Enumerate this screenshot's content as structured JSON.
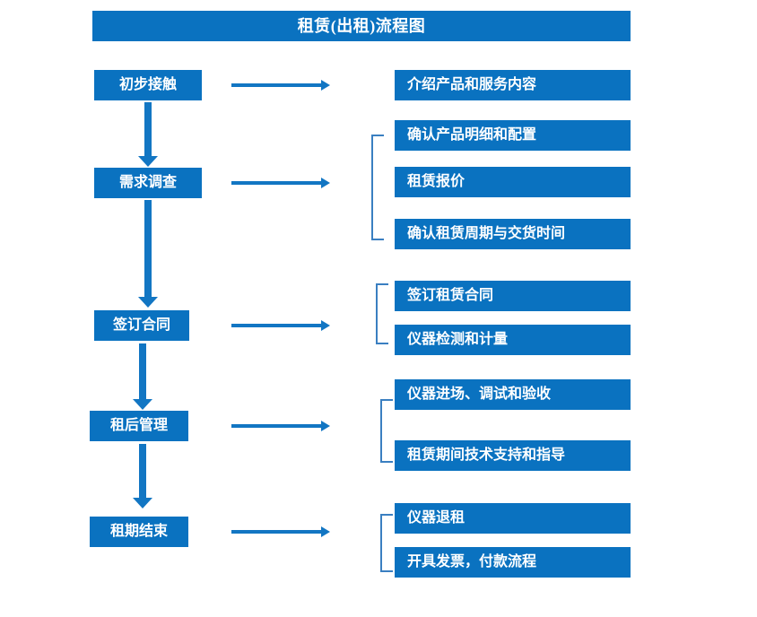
{
  "title": {
    "text": "租赁(出租)流程图"
  },
  "colors": {
    "box_blue": "#0a72c0",
    "arrow_blue": "#1276c3",
    "bracket_blue": "#3a7fc1",
    "box_text": "#ffffff",
    "background": "#ffffff"
  },
  "icons": {
    "horizontal_arrow": "arrow-right-icon",
    "vertical_arrow": "arrow-down-icon",
    "group_bracket": "bracket-icon"
  },
  "stages": [
    {
      "id": "initial-contact",
      "label": "初步接触",
      "details": [
        "介绍产品和服务内容"
      ]
    },
    {
      "id": "needs-survey",
      "label": "需求调查",
      "details": [
        "确认产品明细和配置",
        "租赁报价",
        "确认租赁周期与交货时间"
      ]
    },
    {
      "id": "sign-contract",
      "label": "签订合同",
      "details": [
        "签订租赁合同",
        "仪器检测和计量"
      ]
    },
    {
      "id": "post-rental-management",
      "label": "租后管理",
      "details": [
        "仪器进场、调试和验收",
        "租赁期间技术支持和指导"
      ]
    },
    {
      "id": "rental-end",
      "label": "租期结束",
      "details": [
        "仪器退租",
        "开具发票，付款流程"
      ]
    }
  ]
}
